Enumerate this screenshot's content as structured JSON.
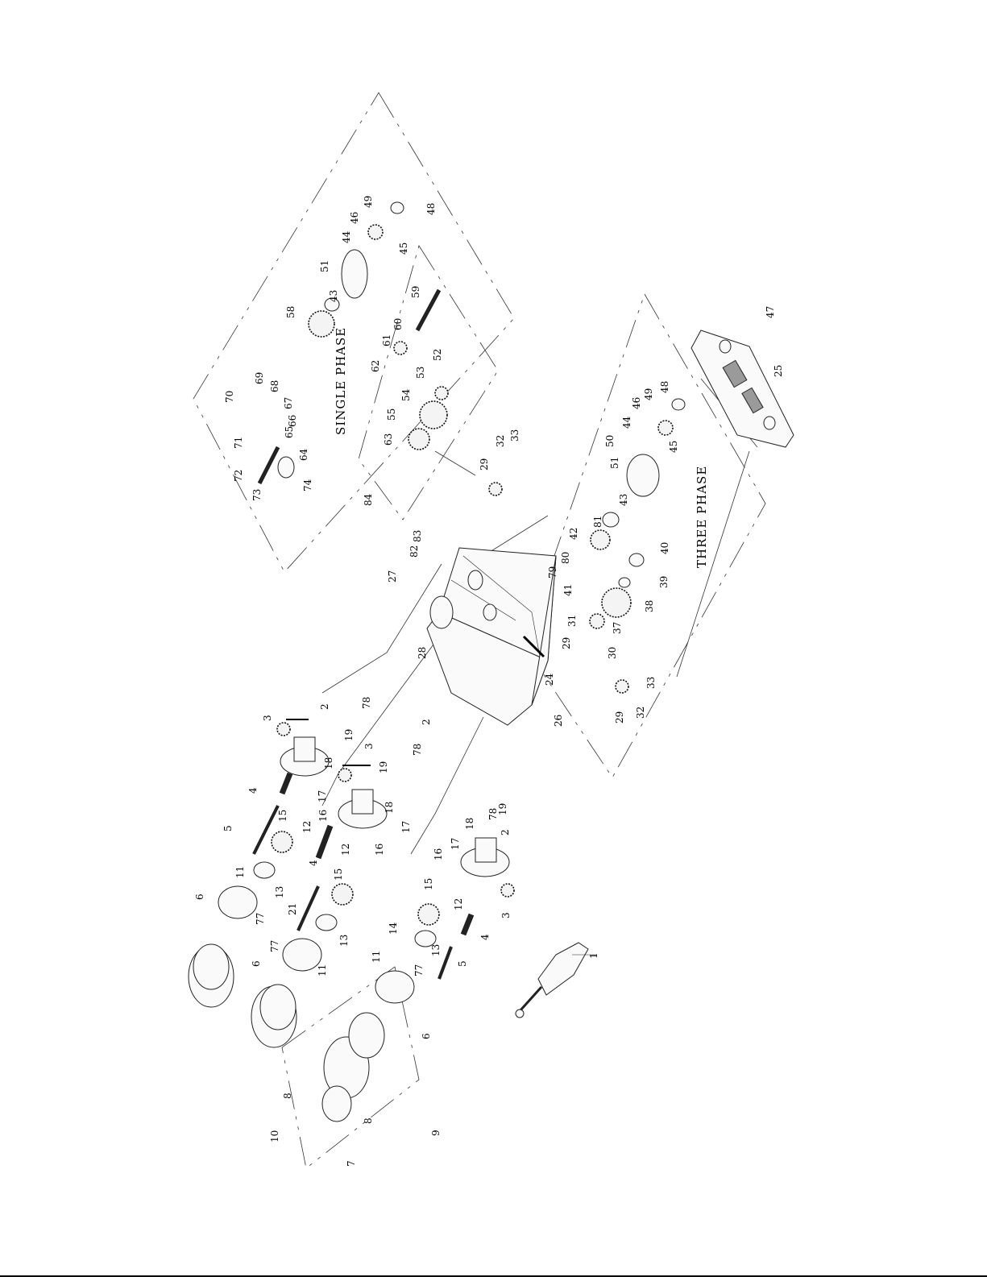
{
  "groups": {
    "single_phase_title": "SINGLE PHASE",
    "three_phase_title": "THREE PHASE"
  },
  "callouts": {
    "p1": "1",
    "p2a": "2",
    "p2b": "2",
    "p2c": "2",
    "p3a": "3",
    "p3b": "3",
    "p3c": "3",
    "p4a": "4",
    "p4b": "4",
    "p4c": "4",
    "p5a": "5",
    "p5b": "5",
    "p6a": "6",
    "p6b": "6",
    "p6c": "6",
    "p7": "7",
    "p8a": "8",
    "p8b": "8",
    "p9": "9",
    "p10": "10",
    "p11a": "11",
    "p11b": "11",
    "p11c": "11",
    "p12a": "12",
    "p12b": "12",
    "p12c": "12",
    "p13a": "13",
    "p13b": "13",
    "p13c": "13",
    "p14": "14",
    "p15a": "15",
    "p15b": "15",
    "p15c": "15",
    "p16a": "16",
    "p16b": "16",
    "p16c": "16",
    "p17a": "17",
    "p17b": "17",
    "p17c": "17",
    "p18a": "18",
    "p18b": "18",
    "p18c": "18",
    "p19a": "19",
    "p19b": "19",
    "p19c": "19",
    "p21": "21",
    "p24": "24",
    "p25": "25",
    "p26": "26",
    "p27": "27",
    "p28": "28",
    "p29a": "29",
    "p29b": "29",
    "p29c": "29",
    "p30": "30",
    "p31": "31",
    "p32a": "32",
    "p32b": "32",
    "p33a": "33",
    "p33b": "33",
    "p37": "37",
    "p38": "38",
    "p39": "39",
    "p40": "40",
    "p41": "41",
    "p42": "42",
    "p43a": "43",
    "p43b": "43",
    "p44a": "44",
    "p44b": "44",
    "p45a": "45",
    "p45b": "45",
    "p46a": "46",
    "p46b": "46",
    "p47": "47",
    "p48a": "48",
    "p48b": "48",
    "p49a": "49",
    "p49b": "49",
    "p50": "50",
    "p51a": "51",
    "p51b": "51",
    "p52": "52",
    "p53": "53",
    "p54": "54",
    "p55": "55",
    "p58": "58",
    "p59": "59",
    "p60": "60",
    "p61": "61",
    "p62": "62",
    "p63": "63",
    "p64": "64",
    "p65": "65",
    "p66": "66",
    "p67": "67",
    "p68": "68",
    "p69": "69",
    "p70": "70",
    "p71": "71",
    "p72": "72",
    "p73": "73",
    "p74": "74",
    "p77a": "77",
    "p77b": "77",
    "p77c": "77",
    "p78a": "78",
    "p78b": "78",
    "p78c": "78",
    "p79": "79",
    "p80": "80",
    "p81": "81",
    "p82": "82",
    "p83": "83",
    "p84": "84"
  }
}
